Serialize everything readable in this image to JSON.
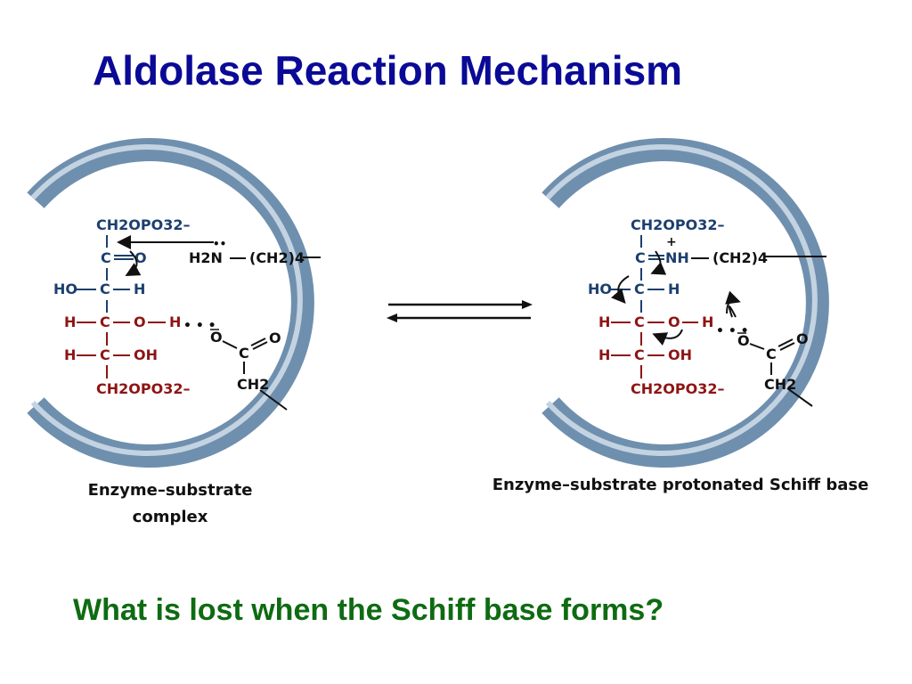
{
  "title": "Aldolase Reaction Mechanism",
  "question": "What is lost when the Schiff base forms?",
  "colors": {
    "title": "#0a0a96",
    "question": "#0e6b12",
    "blue_chain": "#1c3f6e",
    "red_chain": "#8e1414",
    "enzyme_ring": "#7896b4"
  },
  "left_panel": {
    "caption_line1": "Enzyme–substrate",
    "caption_line2": "complex",
    "top_phosphate": "CH2OPO32–",
    "carbonyl_c": "C",
    "carbonyl_o": "O",
    "c3_ho": "HO",
    "c3_c": "C",
    "c3_h": "H",
    "c4_h": "H",
    "c4_c": "C",
    "c4_o": "O",
    "c4_h2": "H",
    "c5_h": "H",
    "c5_c": "C",
    "c5_oh": "OH",
    "bottom_phosphate": "CH2OPO32–",
    "lysine": "H2N",
    "lysine_chain": "(CH2)4",
    "carboxylate_o_minus": "O",
    "carboxylate_c": "C",
    "carboxylate_o": "O",
    "carboxylate_ch2": "CH2"
  },
  "right_panel": {
    "caption": "Enzyme–substrate protonated Schiff base",
    "top_phosphate": "CH2OPO32–",
    "imine_c": "C",
    "imine_nh": "NH",
    "plus": "+",
    "lysine_chain": "(CH2)4",
    "c3_ho": "HO",
    "c3_c": "C",
    "c3_h": "H",
    "c4_h": "H",
    "c4_c": "C",
    "c4_o": "O",
    "c4_h2": "H",
    "c5_h": "H",
    "c5_c": "C",
    "c5_oh": "OH",
    "bottom_phosphate": "CH2OPO32–",
    "carboxylate_o_minus": "O",
    "carboxylate_c": "C",
    "carboxylate_o": "O",
    "carboxylate_ch2": "CH2"
  },
  "equilibrium": "⇌"
}
